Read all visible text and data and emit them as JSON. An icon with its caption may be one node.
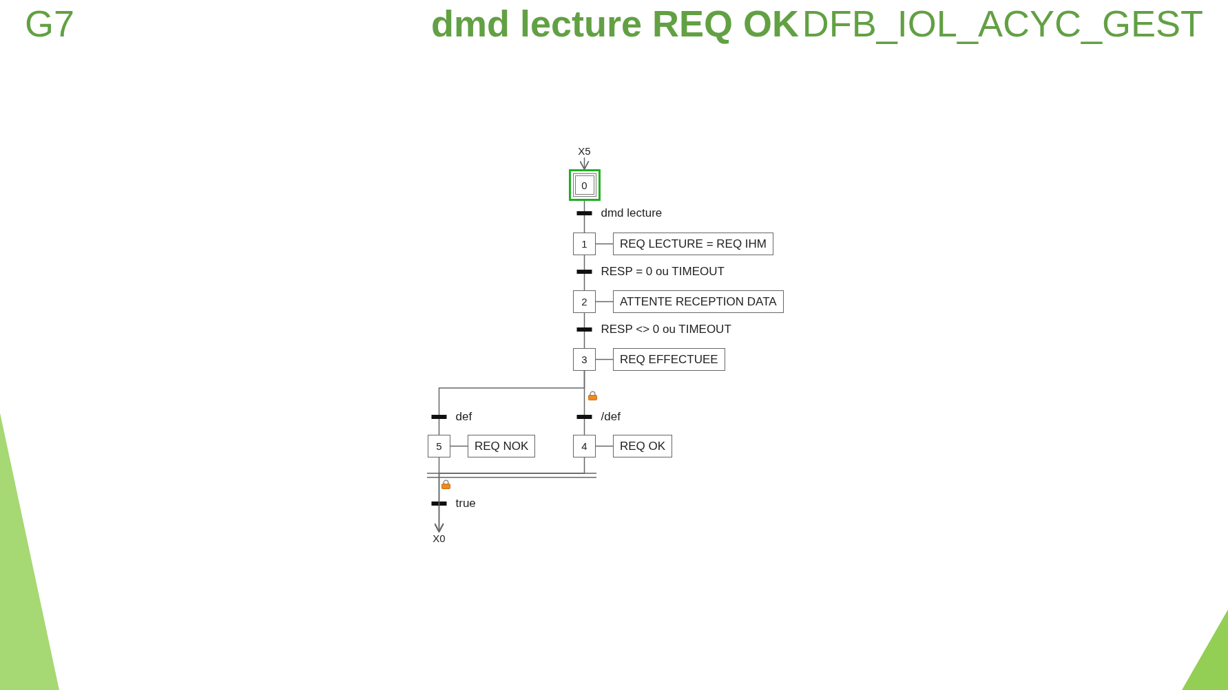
{
  "diagram": {
    "title": "dmd lecture REQ OK",
    "nodes": [
      {
        "text": [
          "X5"
        ]
      },
      {
        "text": [
          "0"
        ]
      },
      {
        "text": [
          "1"
        ]
      },
      {
        "text": [
          "REQ LECTURE = REQ IHM"
        ]
      },
      {
        "text": [
          "2"
        ]
      },
      {
        "text": [
          "ATTENTE RECEPTION DATA"
        ]
      },
      {
        "text": [
          "3"
        ]
      },
      {
        "text": [
          "REQ EFFECTUEE"
        ]
      },
      {
        "text": [
          "5"
        ]
      },
      {
        "text": [
          "REQ NOK"
        ]
      },
      {
        "text": [
          "4"
        ]
      },
      {
        "text": [
          "REQ OK"
        ]
      },
      {
        "text": [
          "X0"
        ]
      }
    ],
    "edges": [
      {
        "from": 0,
        "to": 1,
        "arrow": "to"
      },
      {
        "from": 1,
        "to": 2,
        "arrow": "none",
        "label": "dmd lecture"
      },
      {
        "from": 2,
        "to": 3,
        "arrow": "none"
      },
      {
        "from": 2,
        "to": 4,
        "arrow": "none",
        "label": "RESP = 0 ou TIMEOUT"
      },
      {
        "from": 4,
        "to": 5,
        "arrow": "none"
      },
      {
        "from": 4,
        "to": 6,
        "arrow": "none",
        "label": "RESP <> 0 ou TIMEOUT"
      },
      {
        "from": 6,
        "to": 7,
        "arrow": "none"
      },
      {
        "from": 6,
        "to": 8,
        "arrow": "none",
        "label": "def"
      },
      {
        "from": 6,
        "to": 10,
        "arrow": "none",
        "label": "/def"
      },
      {
        "from": 8,
        "to": 9,
        "arrow": "none"
      },
      {
        "from": 10,
        "to": 11,
        "arrow": "none"
      },
      {
        "from": 8,
        "to": 12,
        "arrow": "to",
        "label": "true"
      },
      {
        "from": 10,
        "to": 12,
        "arrow": "to"
      }
    ],
    "labels": [
      "G7",
      "DFB_IOL_ACYC_GEST"
    ]
  }
}
